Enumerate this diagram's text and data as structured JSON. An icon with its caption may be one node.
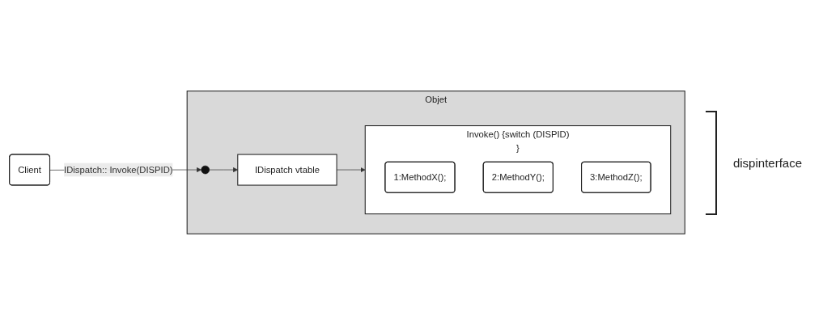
{
  "diagram": {
    "nodes": [
      {
        "text": [
          "Client"
        ]
      },
      {
        "text": [
          "Objet"
        ]
      },
      {
        "text": [],
        "shape": "circle",
        "in": 1
      },
      {
        "text": [
          "IDispatch vtable"
        ],
        "in": 1
      },
      {
        "text": [
          "Invoke() {switch (DISPID)",
          "}"
        ],
        "in": 1
      },
      {
        "text": [
          "1:MethodX();"
        ],
        "in": 4
      },
      {
        "text": [
          "2:MethodY();"
        ],
        "in": 4
      },
      {
        "text": [
          "3:MethodZ();"
        ],
        "in": 4
      }
    ],
    "edges": [
      {
        "from": 0,
        "to": 2,
        "arrow": "to",
        "label": "IDispatch:: Invoke(DISPID)"
      },
      {
        "from": 2,
        "to": 3,
        "arrow": "to"
      },
      {
        "from": 3,
        "to": 4,
        "arrow": "to"
      }
    ],
    "labels": [
      "dispinterface"
    ]
  }
}
